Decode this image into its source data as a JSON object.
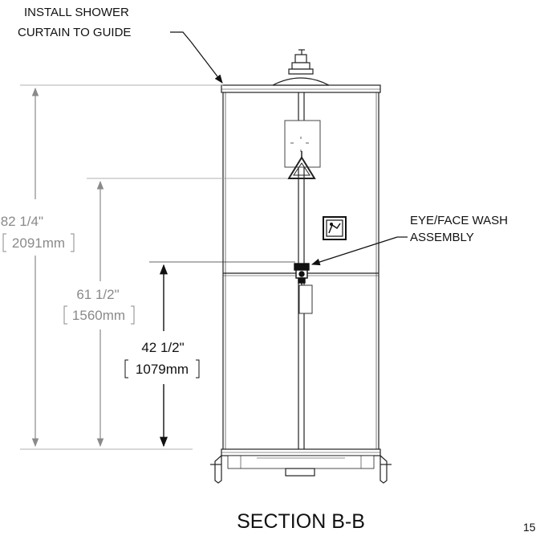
{
  "callouts": {
    "curtain_line1": "INSTALL SHOWER",
    "curtain_line2": "CURTAIN TO GUIDE",
    "eyewash_line1": "EYE/FACE WASH",
    "eyewash_line2": "ASSEMBLY"
  },
  "dimensions": {
    "overall": {
      "imperial": "82 1/4\"",
      "metric": "2091mm"
    },
    "pull_handle": {
      "imperial": "61 1/2\"",
      "metric": "1560mm"
    },
    "eyewash": {
      "imperial": "42 1/2\"",
      "metric": "1079mm"
    }
  },
  "section_label": "SECTION B-B",
  "page_number": "15",
  "colors": {
    "line": "#111111",
    "dim_gray": "#8a8a8a",
    "frame": "#444444"
  }
}
